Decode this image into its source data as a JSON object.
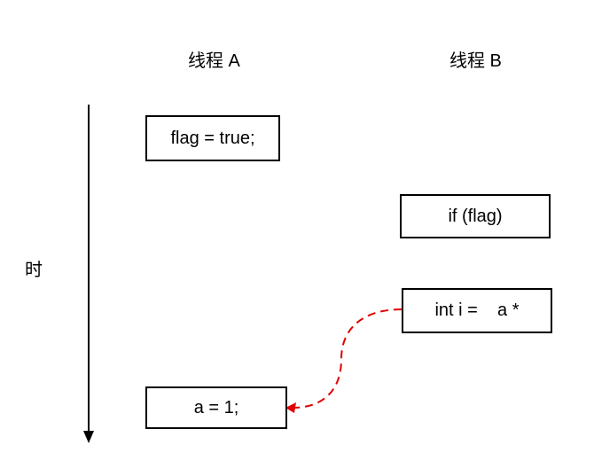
{
  "headers": {
    "thread_a": "线程 A",
    "thread_b": "线程 B"
  },
  "time_axis": {
    "label": "时"
  },
  "boxes": {
    "flag_true": "flag = true;",
    "if_flag": "if (flag)",
    "int_i": "int i =    a *",
    "a_eq_1": "a = 1;"
  },
  "colors": {
    "dependency_arrow": "#e00000",
    "time_arrow": "#000000"
  }
}
